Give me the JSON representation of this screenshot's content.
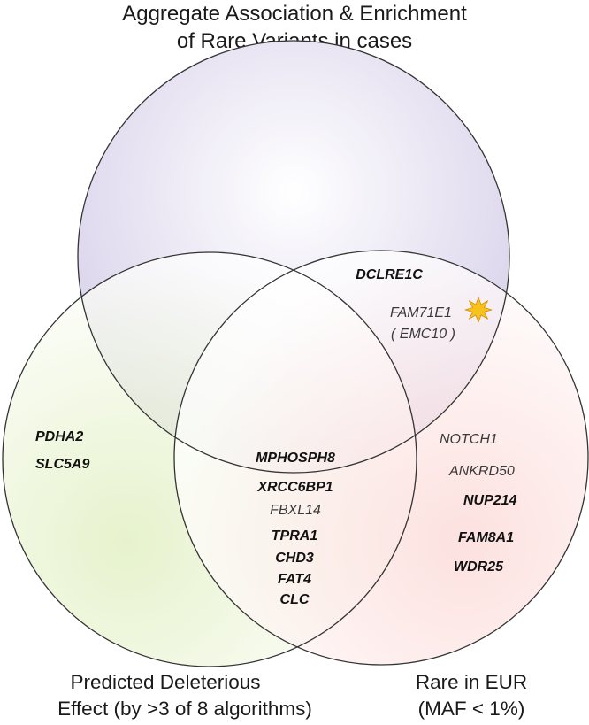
{
  "title": {
    "line1": "Aggregate Association & Enrichment",
    "line2": "of Rare Variants in cases"
  },
  "sets": {
    "top": {
      "color": "#d6cfe9"
    },
    "left": {
      "color": "#ddedb9",
      "label_line1": "Predicted Deleterious",
      "label_line2": "Effect (by >3 of 8 algorithms)"
    },
    "right": {
      "color": "#fbd5d2",
      "label_line1": "Rare in EUR",
      "label_line2": "(MAF < 1%)"
    }
  },
  "regions": {
    "top_right": [
      {
        "text": "DCLRE1C",
        "bold": true
      },
      {
        "text": "FAM71E1",
        "bold": false
      },
      {
        "text": "( EMC10 )",
        "bold": false
      }
    ],
    "left_only": [
      {
        "text": "PDHA2",
        "bold": true
      },
      {
        "text": "SLC5A9",
        "bold": true
      }
    ],
    "left_right": [
      {
        "text": "MPHOSPH8",
        "bold": true
      },
      {
        "text": "XRCC6BP1",
        "bold": true
      },
      {
        "text": "FBXL14",
        "bold": false
      },
      {
        "text": "TPRA1",
        "bold": true
      },
      {
        "text": "CHD3",
        "bold": true
      },
      {
        "text": "FAT4",
        "bold": true
      },
      {
        "text": "CLC",
        "bold": true
      }
    ],
    "right_only": [
      {
        "text": "NOTCH1",
        "bold": false
      },
      {
        "text": "ANKRD50",
        "bold": false
      },
      {
        "text": "NUP214",
        "bold": true
      },
      {
        "text": "FAM8A1",
        "bold": true
      },
      {
        "text": "WDR25",
        "bold": true
      }
    ]
  },
  "star": {
    "icon": "star-icon",
    "color": "#f7c21b",
    "stroke": "#d88a0a"
  },
  "outline_color": "#333333"
}
